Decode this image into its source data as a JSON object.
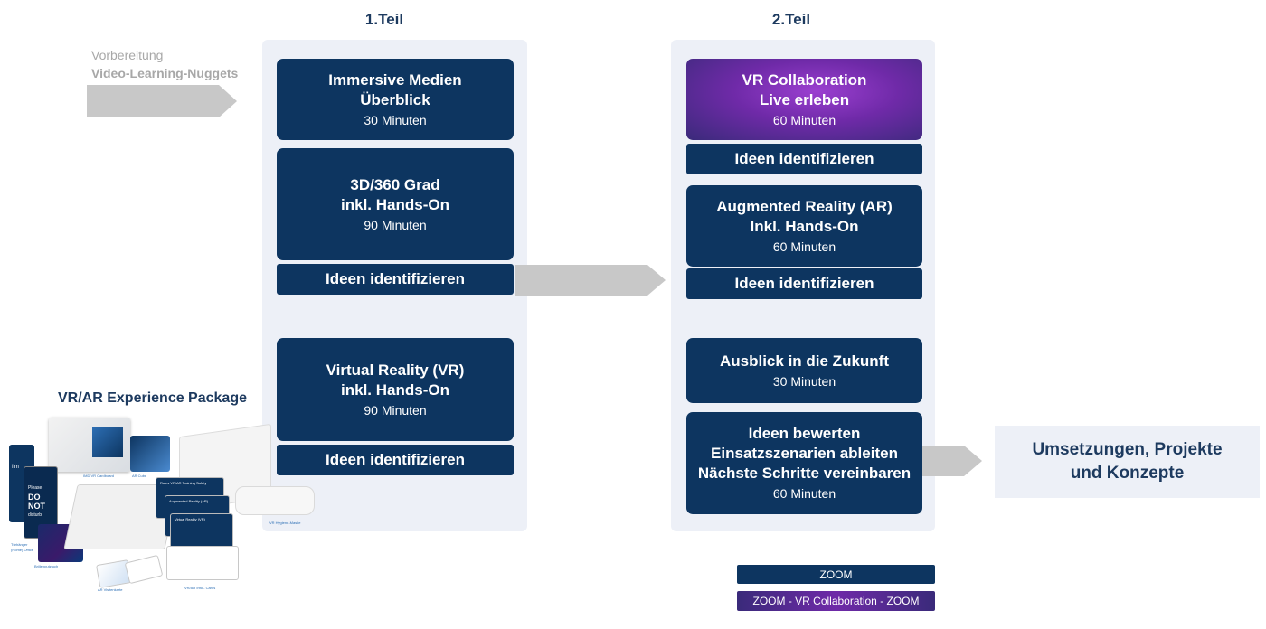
{
  "header": {
    "teil1": "1.Teil",
    "teil2": "2.Teil"
  },
  "prep": {
    "line1": "Vorbereitung",
    "line2": "Video-Learning-Nuggets"
  },
  "part1": {
    "box1": {
      "title1": "Immersive Medien",
      "title2": "Überblick",
      "duration": "30 Minuten"
    },
    "box2": {
      "title1": "3D/360 Grad",
      "title2": "inkl. Hands-On",
      "duration": "90 Minuten"
    },
    "ideas1": "Ideen identifizieren",
    "box3": {
      "title1": "Virtual Reality (VR)",
      "title2": "inkl. Hands-On",
      "duration": "90 Minuten"
    },
    "ideas2": "Ideen identifizieren"
  },
  "part2": {
    "box1": {
      "title1": "VR Collaboration",
      "title2": "Live erleben",
      "duration": "60 Minuten"
    },
    "ideas1": "Ideen identifizieren",
    "box2": {
      "title1": "Augmented Reality (AR)",
      "title2": "Inkl. Hands-On",
      "duration": "60 Minuten"
    },
    "ideas2": "Ideen identifizieren",
    "box3": {
      "title1": "Ausblick in die Zukunft",
      "duration": "30 Minuten"
    },
    "box4": {
      "title1": "Ideen bewerten",
      "title2": "Einsatzszenarien ableiten",
      "title3": "Nächste Schritte vereinbaren",
      "duration": "60 Minuten"
    }
  },
  "result": {
    "line1": "Umsetzungen, Projekte",
    "line2": "und Konzepte"
  },
  "package": {
    "title": "VR/AR Experience Package",
    "labels": {
      "cardboard": "IMD VR Cardboard",
      "cube": "AR Cube",
      "hygiene": "VR Hygiene-Maske",
      "doorhanger": "Türhänger",
      "office": "(Home) Office",
      "cloth": "Brillenputztuch",
      "card": "AR Visitenkarte",
      "infocards": "VR/AR Info - Cards",
      "safety": "Rules VR/AR Training Safety",
      "ar": "Augmented Reality (AR)",
      "vr": "Virtual Reality (VR)",
      "please": "Please",
      "do": "DO",
      "not": "NOT",
      "disturb": "disturb"
    }
  },
  "legend": {
    "zoom": "ZOOM",
    "zoom_vr": "ZOOM - VR Collaboration - ZOOM"
  },
  "colors": {
    "navy": "#0d3560",
    "panel": "#edf0f7",
    "arrow": "#c8c8c8",
    "purple": "#7a2db8",
    "legend_purple": "#4a2a8a"
  }
}
